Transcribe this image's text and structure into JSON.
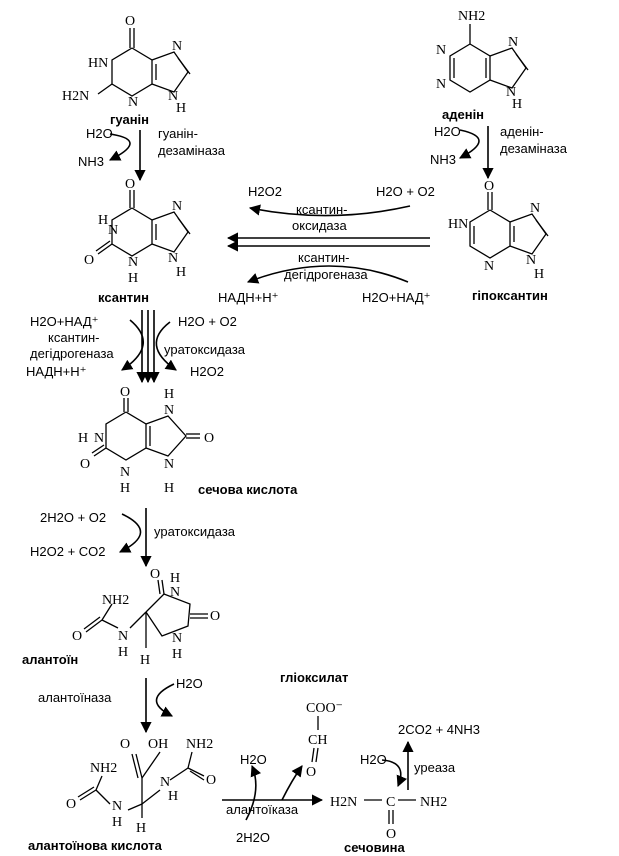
{
  "compounds": {
    "guanine": "гуанін",
    "adenine": "аденін",
    "xanthine": "ксантин",
    "hypoxanthine": "гіпоксантин",
    "uric_acid": "сечова кислота",
    "allantoin": "алантоїн",
    "allantoic_acid": "алантоїнова кислота",
    "glyoxylate": "гліоксилат",
    "urea": "сечовина"
  },
  "enzymes": {
    "guanine_deaminase_1": "гуанін-",
    "guanine_deaminase_2": "дезаміназа",
    "adenine_deaminase_1": "аденін-",
    "adenine_deaminase_2": "дезаміназа",
    "xanthine_oxidase_1": "ксантин-",
    "xanthine_oxidase_2": "оксидаза",
    "xanthine_dehydrogenase_1": "ксантин-",
    "xanthine_dehydrogenase_2": "дегідрогеназа",
    "xanthine_dehydrogenase_left_1": "ксантин-",
    "xanthine_dehydrogenase_left_2": "дегідрогеназа",
    "urate_oxidase_1": "уратоксидаза",
    "urate_oxidase_2": "уратоксидаза",
    "allantoinase": "алантоїназа",
    "allantoicase": "алантоїказа",
    "urease": "уреаза"
  },
  "reagents": {
    "h2o_guanine": "H2O",
    "nh3_guanine": "NH3",
    "h2o_adenine": "H2O",
    "nh3_adenine": "NH3",
    "h2o2_top": "H2O2",
    "h2o_o2_top": "H2O + O2",
    "nadh_mid": "НАДН+H⁺",
    "h2o_nad_mid": "H2O+НАД⁺",
    "h2o_nad_left": "H2O+НАД⁺",
    "nadh_left": "НАДН+H⁺",
    "h2o_o2_right": "H2O + O2",
    "h2o2_right": "H2O2",
    "two_h2o_o2": "2H2O + O2",
    "h2o2_co2": "H2O2 + CO2",
    "h2o_allantoinase": "H2O",
    "h2o_allantoicase": "H2O",
    "two_h2o_allantoicase": "2H2O",
    "h2o_urease": "H2O",
    "co2_nh3_products": "2CO2 + 4NH3",
    "coo_minus": "COO⁻"
  },
  "atoms": {
    "O": "O",
    "N": "N",
    "H": "H",
    "HN": "HN",
    "NH": "NH",
    "NH2": "NH2",
    "H2N": "H2N",
    "OH": "OH",
    "C": "C",
    "CH": "CH",
    "O_eq": "O"
  }
}
